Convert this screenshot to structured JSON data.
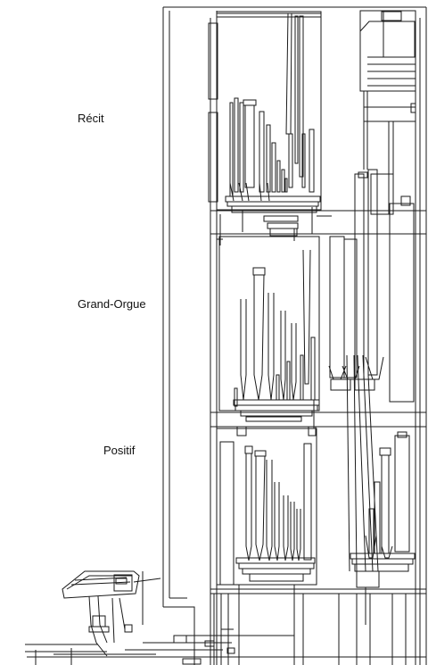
{
  "labels": {
    "recit": "Récit",
    "grand_orgue": "Grand-Orgue",
    "positif": "Positif"
  },
  "colors": {
    "line": "#1a1a1a",
    "background": "#ffffff"
  }
}
